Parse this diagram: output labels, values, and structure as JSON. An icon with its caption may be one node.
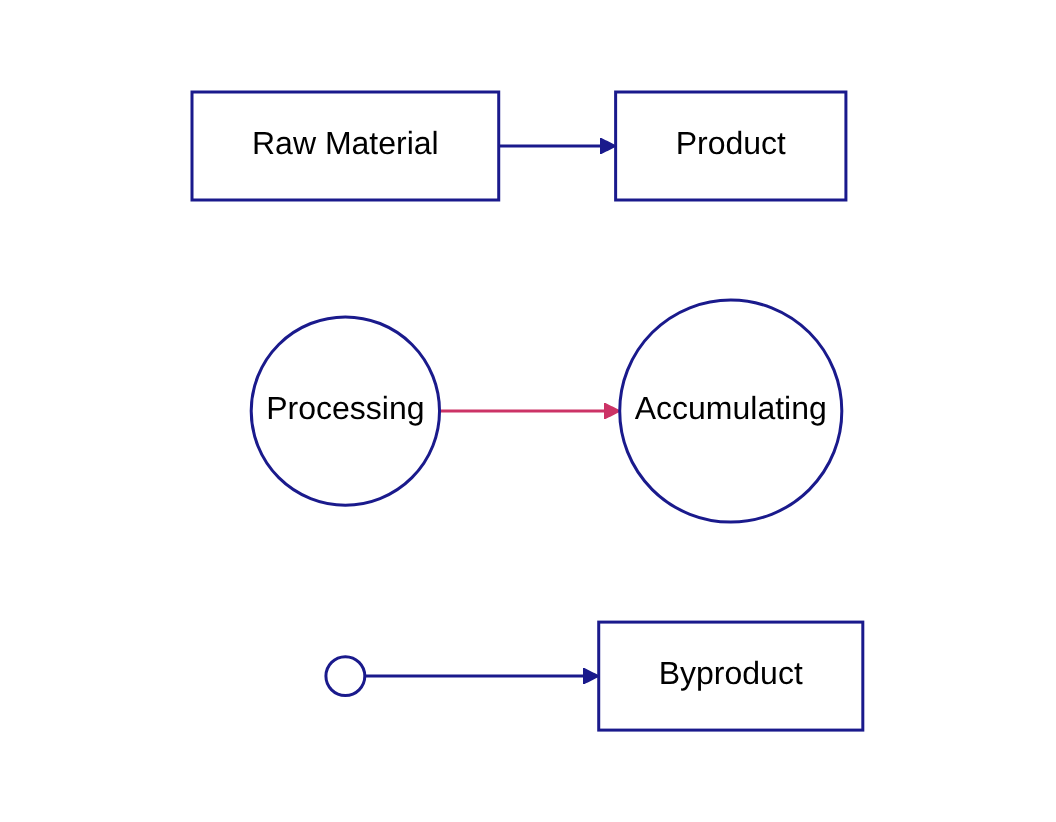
{
  "diagram": {
    "nodes": [
      {
        "text": [
          "Raw Material"
        ]
      },
      {
        "text": [
          "Product"
        ]
      },
      {
        "text": [
          "Processing"
        ]
      },
      {
        "text": [],
        "shape": "cloud"
      },
      {
        "text": [
          "Byproduct"
        ]
      },
      {
        "text": [
          "Accumulating"
        ]
      }
    ],
    "edges": [
      {
        "from": 0,
        "to": 1,
        "arrow": "to"
      },
      {
        "from": 3,
        "to": 4,
        "arrow": "to"
      },
      {
        "from": 2,
        "to": 5,
        "arrow": "to",
        "color": "#cc3366"
      }
    ]
  }
}
